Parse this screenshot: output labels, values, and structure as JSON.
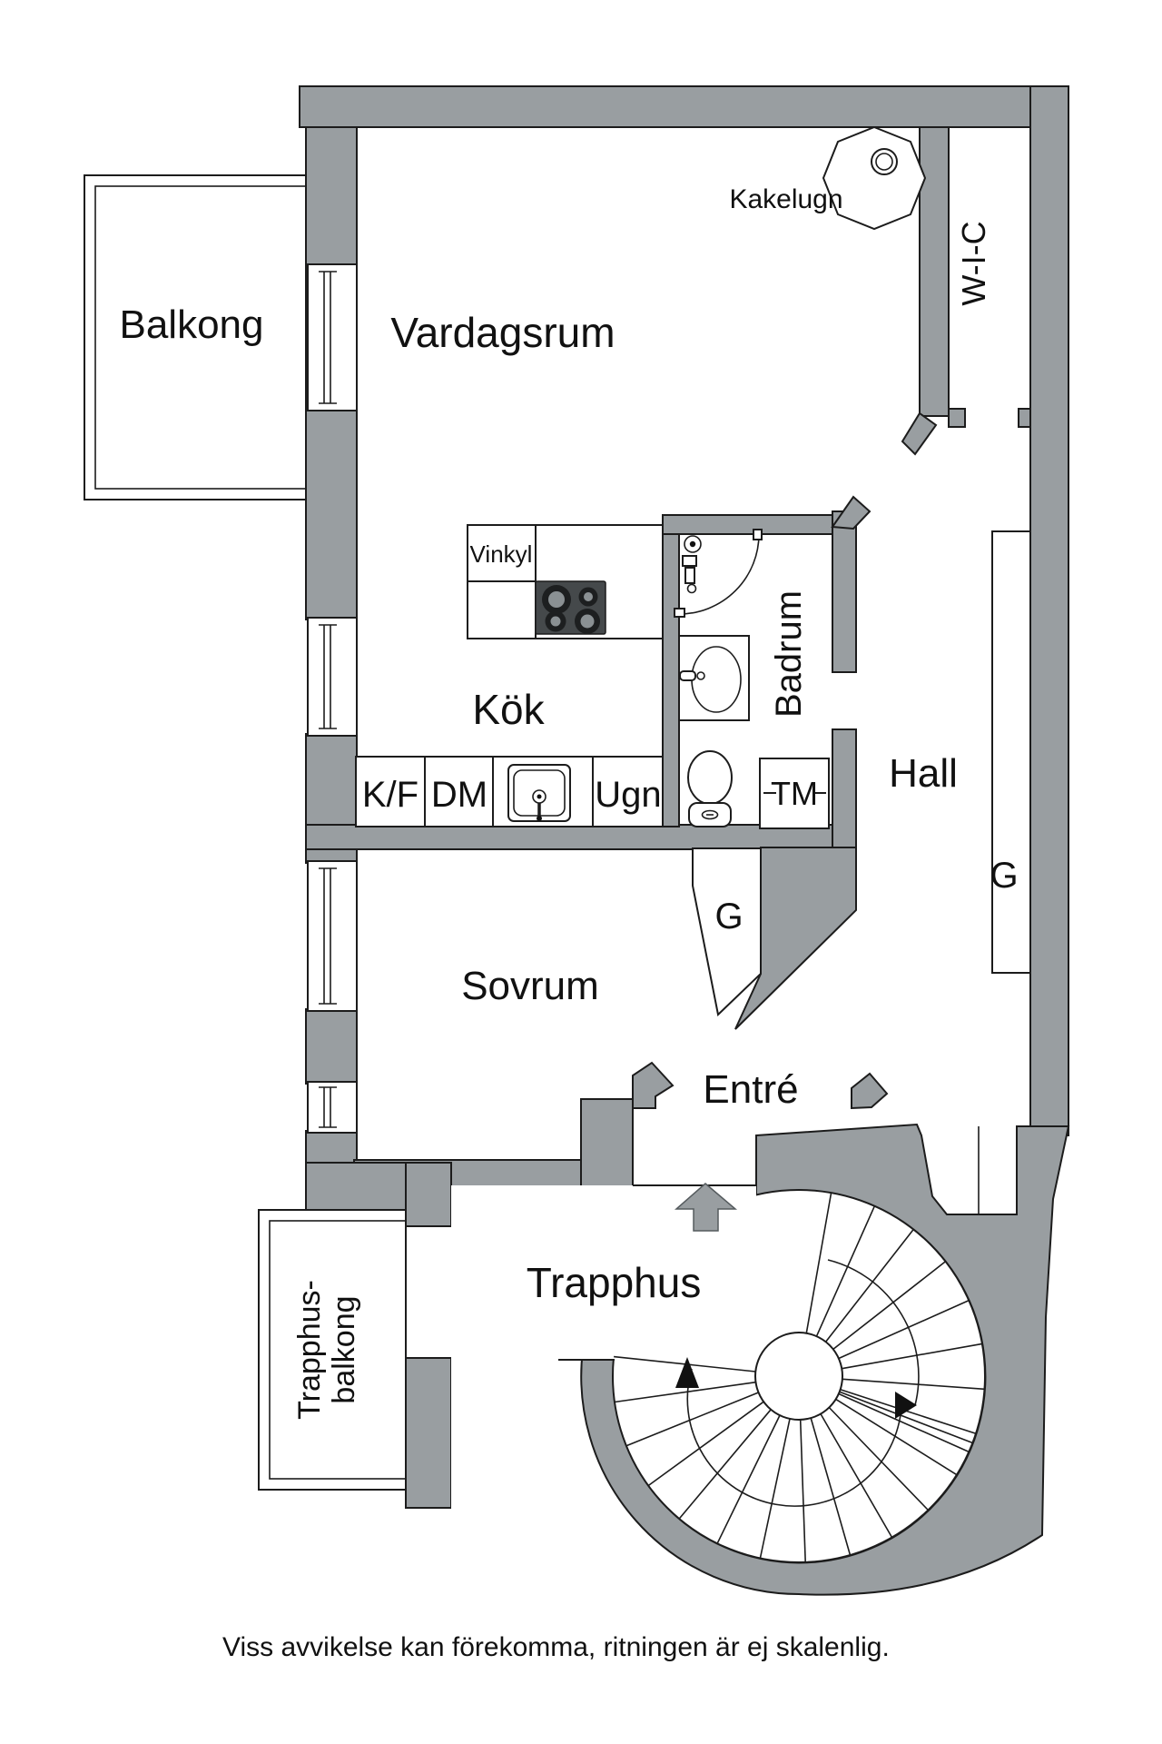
{
  "plan": {
    "rooms": {
      "vardagsrum": "Vardagsrum",
      "balkong": "Balkong",
      "kok": "Kök",
      "badrum": "Badrum",
      "hall": "Hall",
      "sovrum": "Sovrum",
      "entre": "Entré",
      "trapphus": "Trapphus",
      "wic": "W-I-C",
      "trapphus_balkong_line1": "Trapphus-",
      "trapphus_balkong_line2": "balkong"
    },
    "fixtures": {
      "kakelugn": "Kakelugn",
      "vinkyl": "Vinkyl",
      "kf": "K/F",
      "dm": "DM",
      "ugn": "Ugn",
      "tm": "TM",
      "garderob": "G"
    }
  },
  "footer": {
    "disclaimer": "Viss avvikelse kan förekomma, ritningen är ej skalenlig."
  },
  "colors": {
    "wall_gray": "#999ea1",
    "outline": "#1c1c1c",
    "stove_dark": "#45494b",
    "text": "#111111"
  }
}
